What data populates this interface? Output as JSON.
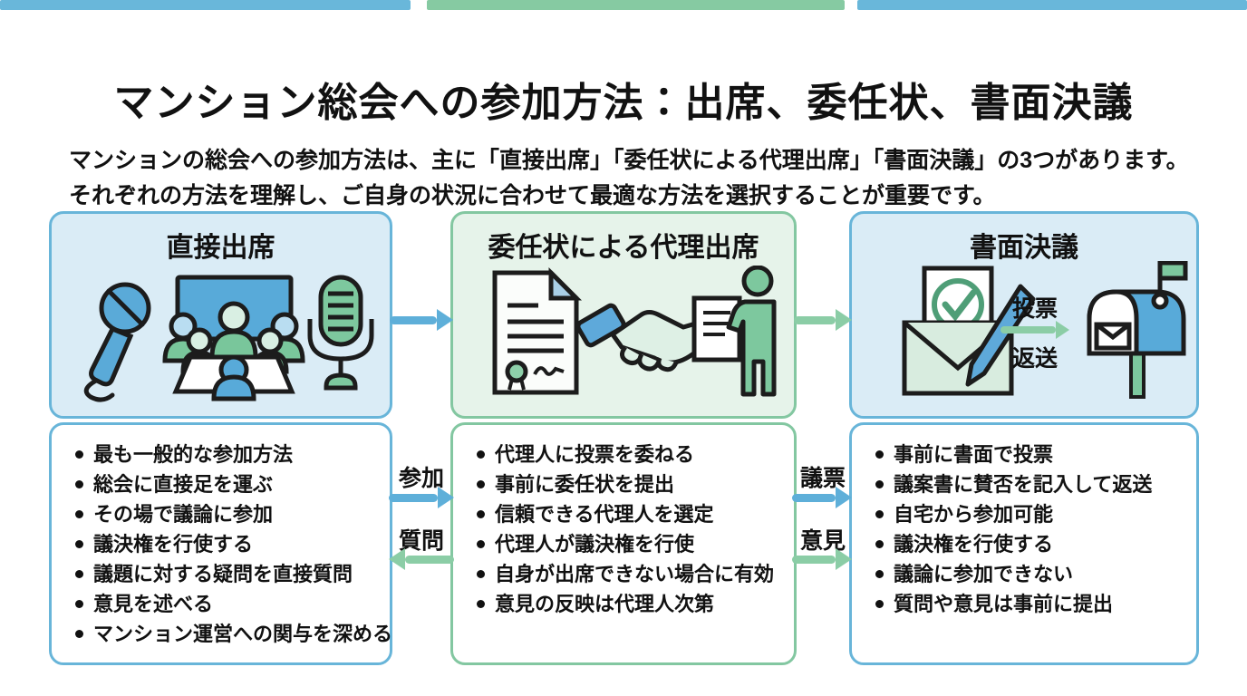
{
  "page": {
    "title": "マンション総会への参加方法：出席、委任状、書面決議",
    "intro": "マンションの総会への参加方法は、主に「直接出席」「委任状による代理出席」「書面決議」の3つがあります。それぞれの方法を理解し、ご自身の状況に合わせて最適な方法を選択することが重要です。"
  },
  "accent_colors": {
    "blue": "#5eafd9",
    "green": "#8bcda6",
    "light_blue": "#daecf6",
    "light_green": "#e6f3ea"
  },
  "columns": [
    {
      "title": "直接出席",
      "icons": [
        "handheld-microphone",
        "meeting-table-people",
        "stand-microphone"
      ],
      "items": [
        "最も一般的な参加方法",
        "総会に直接足を運ぶ",
        "その場で議論に参加",
        "議決権を行使する",
        "議題に対する疑問を直接質問",
        "意見を述べる",
        "マンション運営への関与を深める"
      ]
    },
    {
      "title": "委任状による代理出席",
      "icons": [
        "proxy-certificate",
        "handshake",
        "person-with-document"
      ],
      "items": [
        "代理人に投票を委ねる",
        "事前に委任状を提出",
        "信頼できる代理人を選定",
        "代理人が議決権を行使",
        "自身が出席できない場合に有効",
        "意見の反映は代理人次第"
      ]
    },
    {
      "title": "書面決議",
      "icons": [
        "envelope-ballot-pen",
        "mailbox"
      ],
      "inner_labels": {
        "vote": "投票",
        "send_back": "返送"
      },
      "items": [
        "事前に書面で投票",
        "議案書に賛否を記入して返送",
        "自宅から参加可能",
        "議決権を行使する",
        "議論に参加できない",
        "質問や意見は事前に提出"
      ]
    }
  ],
  "flow_labels": {
    "attend": "参加",
    "question": "質問",
    "ballot": "議票",
    "opinion": "意見"
  }
}
